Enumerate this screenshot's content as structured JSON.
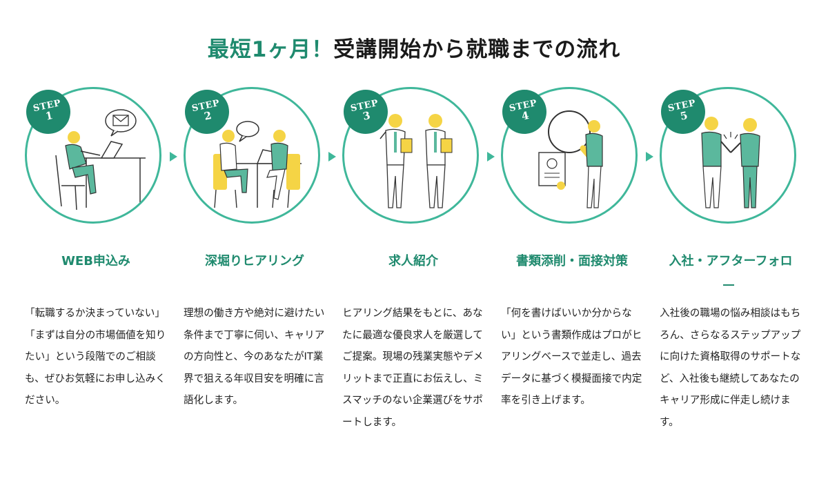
{
  "title": {
    "accent": "最短1ヶ月！",
    "rest": "受講開始から就職までの流れ"
  },
  "steps": [
    {
      "badge_word": "STEP",
      "badge_num": "1",
      "title": "WEB申込み",
      "desc": "「転職するか決まっていない」「まずは自分の市場価値を知りたい」という段階でのご相談も、ぜひお気軽にお申し込みください。"
    },
    {
      "badge_word": "STEP",
      "badge_num": "2",
      "title": "深堀りヒアリング",
      "desc": "理想の働き方や絶対に避けたい条件まで丁寧に伺い、キャリアの方向性と、今のあなたがIT業界で狙える年収目安を明確に言語化します。"
    },
    {
      "badge_word": "STEP",
      "badge_num": "3",
      "title": "求人紹介",
      "desc": "ヒアリング結果をもとに、あなたに最適な優良求人を厳選してご提案。現場の残業実態やデメリットまで正直にお伝えし、ミスマッチのない企業選びをサポートします。"
    },
    {
      "badge_word": "STEP",
      "badge_num": "4",
      "title": "書類添削・面接対策",
      "desc": "「何を書けばいいか分からない」という書類作成はプロがヒアリングベースで並走し、過去データに基づく模擬面接で内定率を引き上げます。"
    },
    {
      "badge_word": "STEP",
      "badge_num": "5",
      "title": "入社・アフターフォロ",
      "desc": "入社後の職場の悩み相談はもちろん、さらなるステップアップに向けた資格取得のサポートなど、入社後も継続してあなたのキャリア形成に伴走し続けます。"
    }
  ],
  "colors": {
    "accent": "#1f8a6e",
    "circle_border": "#3fb79a",
    "illustration_green": "#5bb89d",
    "illustration_yellow": "#f5d445"
  }
}
